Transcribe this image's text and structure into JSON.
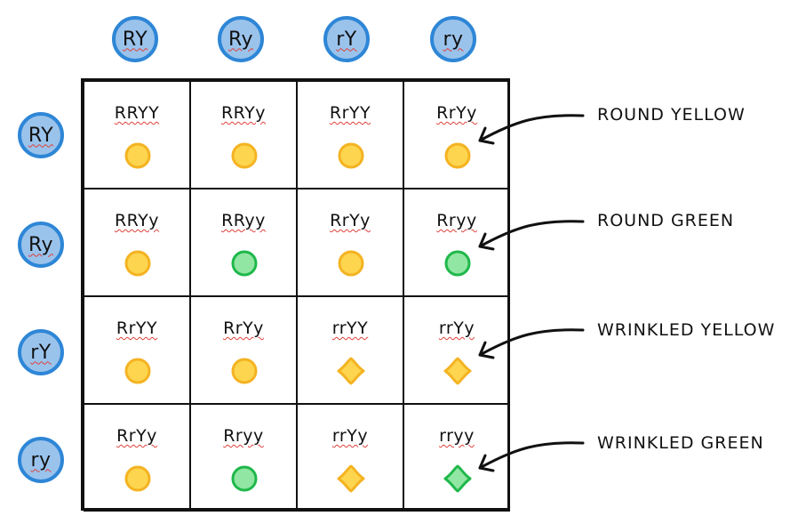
{
  "top_gametes": [
    "RY",
    "Ry",
    "rY",
    "ry"
  ],
  "side_gametes": [
    "RY",
    "Ry",
    "rY",
    "ry"
  ],
  "cells": [
    [
      {
        "genotype": "RRYY",
        "shape": "round",
        "color": "yellow"
      },
      {
        "genotype": "RRYy",
        "shape": "round",
        "color": "yellow"
      },
      {
        "genotype": "RrYY",
        "shape": "round",
        "color": "yellow"
      },
      {
        "genotype": "RrYy",
        "shape": "round",
        "color": "yellow"
      }
    ],
    [
      {
        "genotype": "RRYy",
        "shape": "round",
        "color": "yellow"
      },
      {
        "genotype": "RRyy",
        "shape": "round",
        "color": "green"
      },
      {
        "genotype": "RrYy",
        "shape": "round",
        "color": "yellow"
      },
      {
        "genotype": "Rryy",
        "shape": "round",
        "color": "green"
      }
    ],
    [
      {
        "genotype": "RrYY",
        "shape": "round",
        "color": "yellow"
      },
      {
        "genotype": "RrYy",
        "shape": "round",
        "color": "yellow"
      },
      {
        "genotype": "rrYY",
        "shape": "wrinkled",
        "color": "yellow"
      },
      {
        "genotype": "rrYy",
        "shape": "wrinkled",
        "color": "yellow"
      }
    ],
    [
      {
        "genotype": "RrYy",
        "shape": "round",
        "color": "yellow"
      },
      {
        "genotype": "Rryy",
        "shape": "round",
        "color": "green"
      },
      {
        "genotype": "rrYy",
        "shape": "wrinkled",
        "color": "yellow"
      },
      {
        "genotype": "rryy",
        "shape": "wrinkled",
        "color": "green"
      }
    ]
  ],
  "labels": [
    "ROUND YELLOW",
    "ROUND GREEN",
    "WRINKLED YELLOW",
    "WRINKLED GREEN"
  ],
  "colors": {
    "yellow_fill": "#fdd54f",
    "yellow_stroke": "#f4b322",
    "green_fill": "#92e6a3",
    "green_stroke": "#1fb84b",
    "gamete_fill": "#9ac3ec",
    "gamete_stroke": "#2e86d6"
  }
}
